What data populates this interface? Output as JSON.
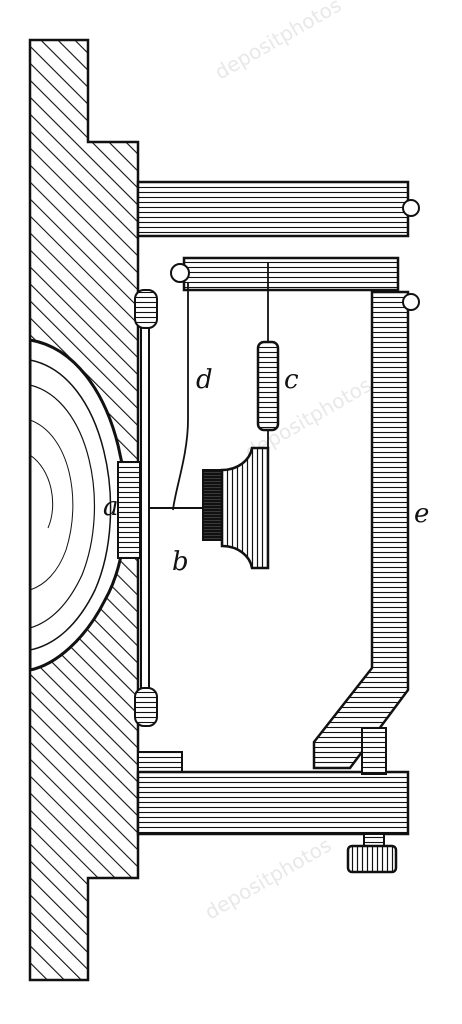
{
  "labels": {
    "a": "a",
    "b": "b",
    "c": "c",
    "d": "d",
    "e": "e"
  },
  "watermark": "depositphotos",
  "colors": {
    "ink": "#111111",
    "paper": "#ffffff",
    "watermark": "#d6d6d6"
  }
}
